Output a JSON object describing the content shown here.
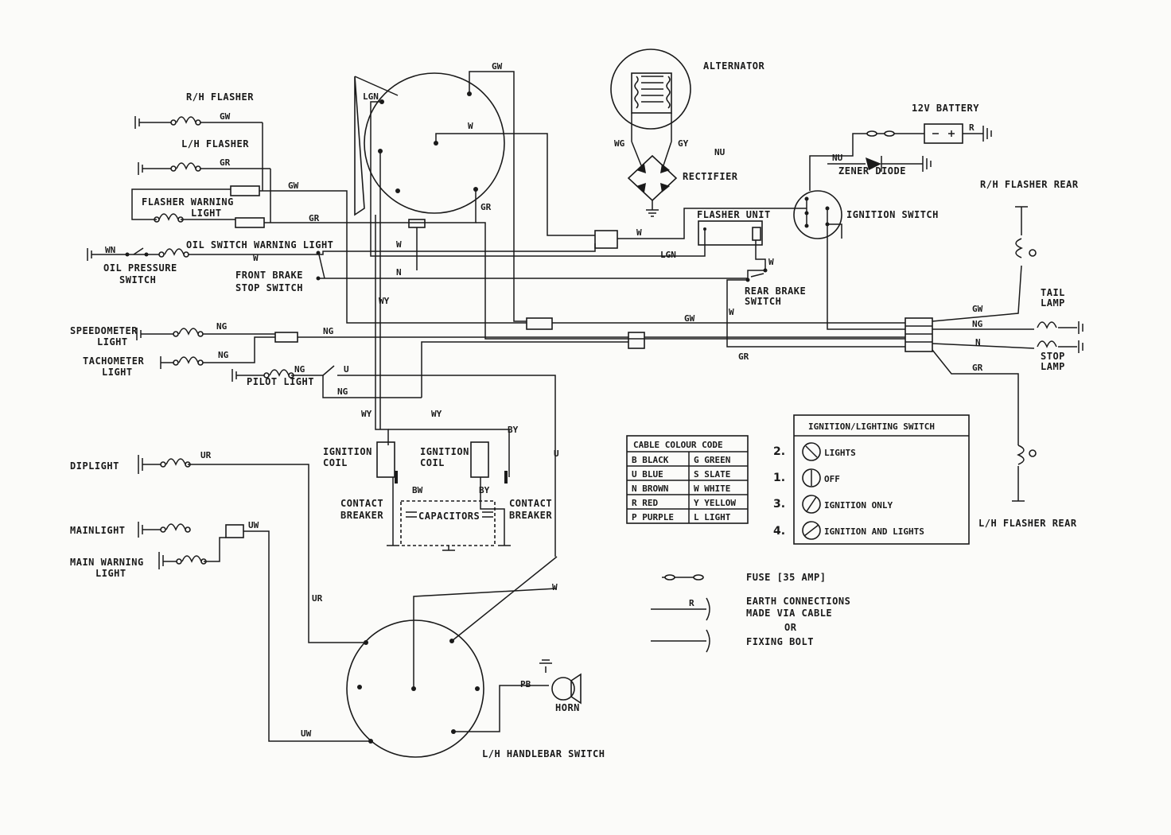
{
  "labels": {
    "rh_flasher": "R/H FLASHER",
    "lh_flasher": "L/H FLASHER",
    "flasher_warning_1": "FLASHER WARNING",
    "flasher_warning_2": "LIGHT",
    "oil_switch_warning": "OIL SWITCH WARNING LIGHT",
    "oil_pressure_1": "OIL PRESSURE",
    "oil_pressure_2": "SWITCH",
    "front_brake_1": "FRONT BRAKE",
    "front_brake_2": "STOP SWITCH",
    "speedometer_1": "SPEEDOMETER",
    "speedometer_2": "LIGHT",
    "tachometer_1": "TACHOMETER",
    "tachometer_2": "LIGHT",
    "pilot_light": "PILOT LIGHT",
    "alternator": "ALTERNATOR",
    "battery": "12V BATTERY",
    "rectifier": "RECTIFIER",
    "zener": "ZENER DIODE",
    "flasher_unit": "FLASHER UNIT",
    "ignition_switch": "IGNITION SWITCH",
    "rh_flasher_rear": "R/H FLASHER REAR",
    "lh_flasher_rear": "L/H FLASHER REAR",
    "tail_lamp_1": "TAIL",
    "tail_lamp_2": "LAMP",
    "stop_lamp_1": "STOP",
    "stop_lamp_2": "LAMP",
    "rear_brake_1": "REAR BRAKE",
    "rear_brake_2": "SWITCH",
    "dip_light": "DIPLIGHT",
    "main_light": "MAINLIGHT",
    "main_warning_1": "MAIN WARNING",
    "main_warning_2": "LIGHT",
    "ign_coil_l_1": "IGNITION",
    "ign_coil_l_2": "COIL",
    "ign_coil_r_1": "IGNITION",
    "ign_coil_r_2": "COIL",
    "cb_left_1": "CONTACT",
    "cb_left_2": "BREAKER",
    "cb_right_1": "CONTACT",
    "cb_right_2": "BREAKER",
    "capacitors": "CAPACITORS",
    "horn": "HORN",
    "lh_handlebar": "L/H HANDLEBAR SWITCH"
  },
  "wires": {
    "gw": "GW",
    "gr": "GR",
    "w": "W",
    "lgn": "LGN",
    "n": "N",
    "wy": "WY",
    "ng": "NG",
    "u": "U",
    "wn": "WN",
    "nu": "NU",
    "wg": "WG",
    "gy": "GY",
    "by": "BY",
    "bw": "BW",
    "ur": "UR",
    "uw": "UW",
    "pb": "PB",
    "r": "R"
  },
  "colour_table": {
    "title": "CABLE COLOUR CODE",
    "rows": [
      [
        "B BLACK",
        "G GREEN"
      ],
      [
        "U BLUE",
        "S SLATE"
      ],
      [
        "N BROWN",
        "W WHITE"
      ],
      [
        "R RED",
        "Y YELLOW"
      ],
      [
        "P PURPLE",
        "L LIGHT"
      ]
    ]
  },
  "switch_table": {
    "title": "IGNITION/LIGHTING SWITCH",
    "rows": [
      {
        "num": "2.",
        "label": "LIGHTS"
      },
      {
        "num": "1.",
        "label": "OFF"
      },
      {
        "num": "3.",
        "label": "IGNITION ONLY"
      },
      {
        "num": "4.",
        "label": "IGNITION AND LIGHTS"
      }
    ]
  },
  "legend": {
    "fuse": "FUSE [35 AMP]",
    "earth_1": "EARTH CONNECTIONS",
    "earth_2": "MADE VIA CABLE",
    "earth_3": "OR",
    "earth_4": "FIXING BOLT"
  }
}
